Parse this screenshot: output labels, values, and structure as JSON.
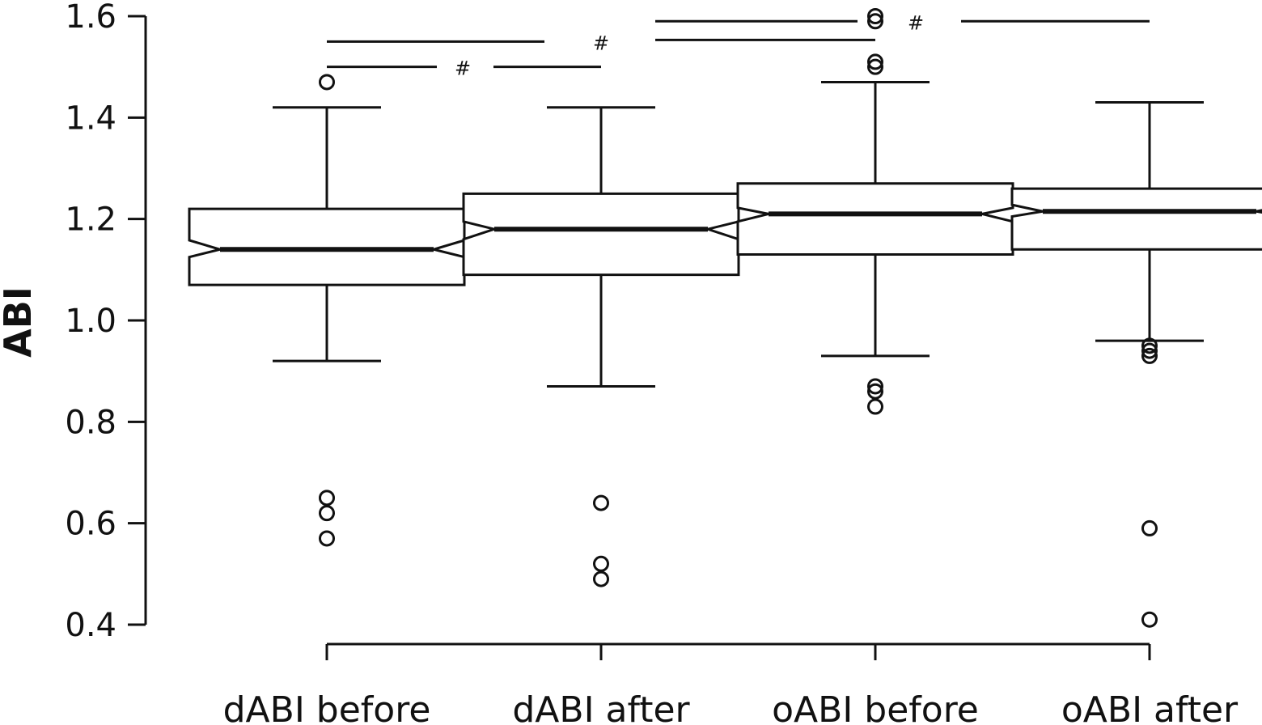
{
  "chart_data": {
    "type": "boxplot",
    "notched": true,
    "ylabel": "ABI",
    "xlabel": "",
    "ylim": [
      0.4,
      1.6
    ],
    "yticks": [
      "0.4",
      "0.6",
      "0.8",
      "1.0",
      "1.2",
      "1.4",
      "1.6"
    ],
    "categories": [
      "dABI before",
      "dABI after",
      "oABI before",
      "oABI after"
    ],
    "boxes": [
      {
        "category": "dABI before",
        "whisker_low": 0.92,
        "q1": 1.07,
        "notch_low": 1.125,
        "median": 1.14,
        "notch_high": 1.158,
        "q3": 1.22,
        "whisker_high": 1.42,
        "outliers": [
          1.47,
          0.65,
          0.62,
          0.57
        ]
      },
      {
        "category": "dABI after",
        "whisker_low": 0.87,
        "q1": 1.09,
        "notch_low": 1.16,
        "median": 1.18,
        "notch_high": 1.195,
        "q3": 1.25,
        "whisker_high": 1.42,
        "outliers": [
          0.64,
          0.52,
          0.49
        ]
      },
      {
        "category": "oABI before",
        "whisker_low": 0.93,
        "q1": 1.13,
        "notch_low": 1.195,
        "median": 1.21,
        "notch_high": 1.222,
        "q3": 1.27,
        "whisker_high": 1.47,
        "outliers": [
          1.6,
          1.59,
          1.51,
          1.5,
          0.87,
          0.86,
          0.83
        ]
      },
      {
        "category": "oABI after",
        "whisker_low": 0.96,
        "q1": 1.14,
        "notch_low": 1.205,
        "median": 1.215,
        "notch_high": 1.228,
        "q3": 1.26,
        "whisker_high": 1.43,
        "outliers": [
          0.95,
          0.94,
          0.93,
          0.59,
          0.41
        ]
      }
    ],
    "significance": [
      {
        "from": "dABI before",
        "to": "dABI after",
        "y": 1.5,
        "label": "#"
      },
      {
        "from": "dABI before",
        "to": "oABI before",
        "y": 1.55,
        "label": "#"
      },
      {
        "from": "dABI after",
        "to": "oABI after",
        "y": 1.59,
        "label": "#"
      }
    ],
    "grid": false,
    "legend": "none"
  }
}
